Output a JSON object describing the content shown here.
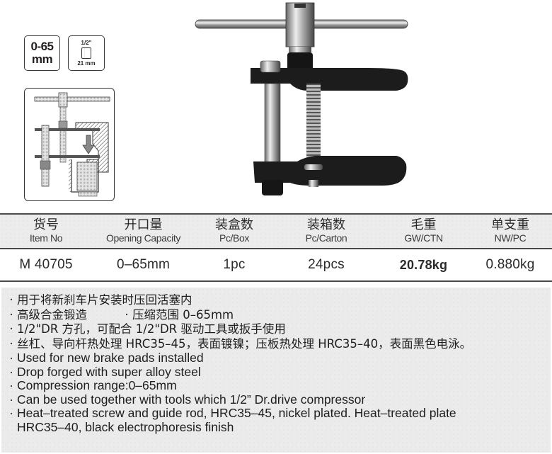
{
  "badges": {
    "range": {
      "line1": "0-65",
      "line2": "mm"
    },
    "drive": {
      "top": "1/2\"",
      "bottom": "21 mm",
      "icon": "hex-socket-icon"
    }
  },
  "images": {
    "diagram": {
      "icon": "caliper-compression-diagram",
      "arrow": "arrow-down-icon"
    },
    "product": {
      "icon": "brake-caliper-piston-compressor-photo"
    }
  },
  "spec_table": {
    "headers": [
      {
        "zh": "货号",
        "en": "Item No"
      },
      {
        "zh": "开口量",
        "en": "Opening Capacity"
      },
      {
        "zh": "装盒数",
        "en": "Pc/Box"
      },
      {
        "zh": "装箱数",
        "en": "Pc/Carton"
      },
      {
        "zh": "毛重",
        "en": "GW/CTN"
      },
      {
        "zh": "单支重",
        "en": "NW/PC"
      }
    ],
    "row": [
      "M 40705",
      "0–65mm",
      "1pc",
      "24pcs",
      "20.78kg",
      "0.880kg"
    ]
  },
  "features": {
    "bullet": "·",
    "zh": [
      "用于将新刹车片安装时压回活塞内",
      "高级合金锻造",
      "压缩范围 0–65mm",
      "1/2\"DR 方孔，可配合 1/2\"DR 驱动工具或扳手使用",
      "丝杠、导向杆热处理 HRC35–45，表面镀镍；压板热处理 HRC35–40，表面黑色电泳。"
    ],
    "en": [
      "Used for new brake pads installed",
      "Drop forged with super alloy steel",
      "Compression range:0–65mm",
      "Can be used together with tools which 1/2” Dr.drive compressor",
      "Heat–treated screw and guide rod, HRC35–45, nickel plated. Heat–treated plate",
      "HRC35–40, black electrophoresis finish"
    ]
  }
}
